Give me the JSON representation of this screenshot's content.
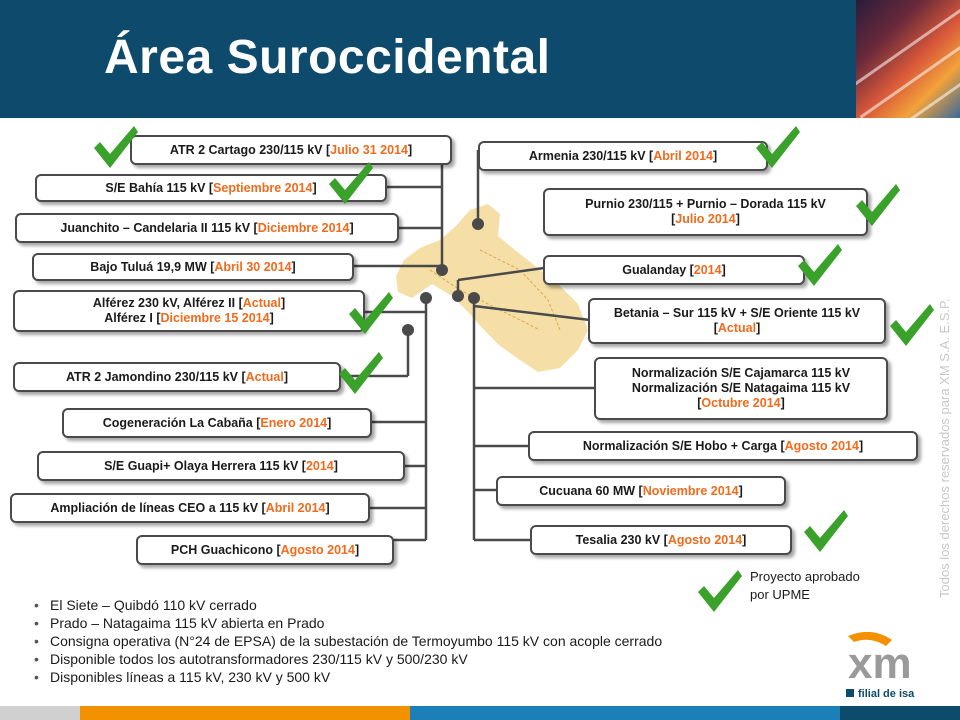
{
  "header": {
    "title": "Área Suroccidental"
  },
  "projects_left": [
    {
      "text": "ATR 2 Cartago 230/115 kV [",
      "date": "Julio 31 2014",
      "end": "]"
    },
    {
      "text": "S/E Bahía 115 kV [",
      "date": "Septiembre 2014",
      "end": "]"
    },
    {
      "text": "Juanchito – Candelaria II 115 kV [",
      "date": "Diciembre 2014",
      "end": "]"
    },
    {
      "text": "Bajo Tuluá 19,9 MW [",
      "date": "Abril 30 2014",
      "end": "]"
    },
    {
      "line1_text": "Alférez 230 kV, Alférez II [",
      "line1_date": "Actual",
      "line1_end": "]",
      "line2_text": "Alférez I [",
      "line2_date": "Diciembre 15 2014",
      "line2_end": "]"
    },
    {
      "text": "ATR 2 Jamondino 230/115 kV [",
      "date": "Actual",
      "end": "]"
    },
    {
      "text": "Cogeneración La Cabaña [",
      "date": "Enero 2014",
      "end": "]"
    },
    {
      "text": "S/E Guapi+ Olaya Herrera 115 kV [",
      "date": "2014",
      "end": "]"
    },
    {
      "text": "Ampliación de líneas CEO a 115 kV [",
      "date": "Abril 2014",
      "end": "]"
    },
    {
      "text": "PCH Guachicono [",
      "date": "Agosto 2014",
      "end": "]"
    }
  ],
  "projects_right": [
    {
      "text": "Armenia 230/115 kV [",
      "date": "Abril 2014",
      "end": "]"
    },
    {
      "line1": "Purnio 230/115 + Purnio – Dorada 115 kV",
      "line2_text": "[",
      "line2_date": "Julio 2014",
      "line2_end": "]"
    },
    {
      "text": "Gualanday  [",
      "date": "2014",
      "end": "]"
    },
    {
      "line1": "Betania – Sur 115 kV + S/E Oriente 115 kV",
      "line2_text": "[",
      "line2_date": "Actual",
      "line2_end": "]"
    },
    {
      "line1": "Normalización S/E Cajamarca 115 kV",
      "line2": "Normalización S/E Natagaima 115 kV",
      "line3_text": "[",
      "line3_date": "Octubre 2014",
      "line3_end": "]"
    },
    {
      "text": "Normalización S/E  Hobo + Carga [",
      "date": "Agosto 2014",
      "end": "]"
    },
    {
      "text": "Cucuana 60 MW [",
      "date": "Noviembre 2014",
      "end": "]"
    },
    {
      "text": "Tesalia 230 kV [",
      "date": "Agosto 2014",
      "end": "]"
    }
  ],
  "legend": {
    "line1": "Proyecto aprobado",
    "line2": "por UPME"
  },
  "notes": [
    "El Siete – Quibdó 110 kV cerrado",
    "Prado – Natagaima 115 kV abierta en Prado",
    "Consigna operativa (N°24 de EPSA) de la subestación de Termoyumbo 115 kV con acople cerrado",
    "Disponible todos los autotransformadores 230/115 kV y 500/230 kV",
    "Disponibles líneas a 115 kV, 230 kV y 500 kV"
  ],
  "side_text": "Todos los derechos reservados para XM S.A. E.S.P.",
  "logo": {
    "mark": "xm",
    "subtitle": "filial de isa"
  },
  "colors": {
    "header": "#0d4a6b",
    "highlight": "#f26a1b",
    "check": "#3aa12a",
    "logo_orange": "#f39200",
    "logo_gray": "#9a9a9a"
  }
}
